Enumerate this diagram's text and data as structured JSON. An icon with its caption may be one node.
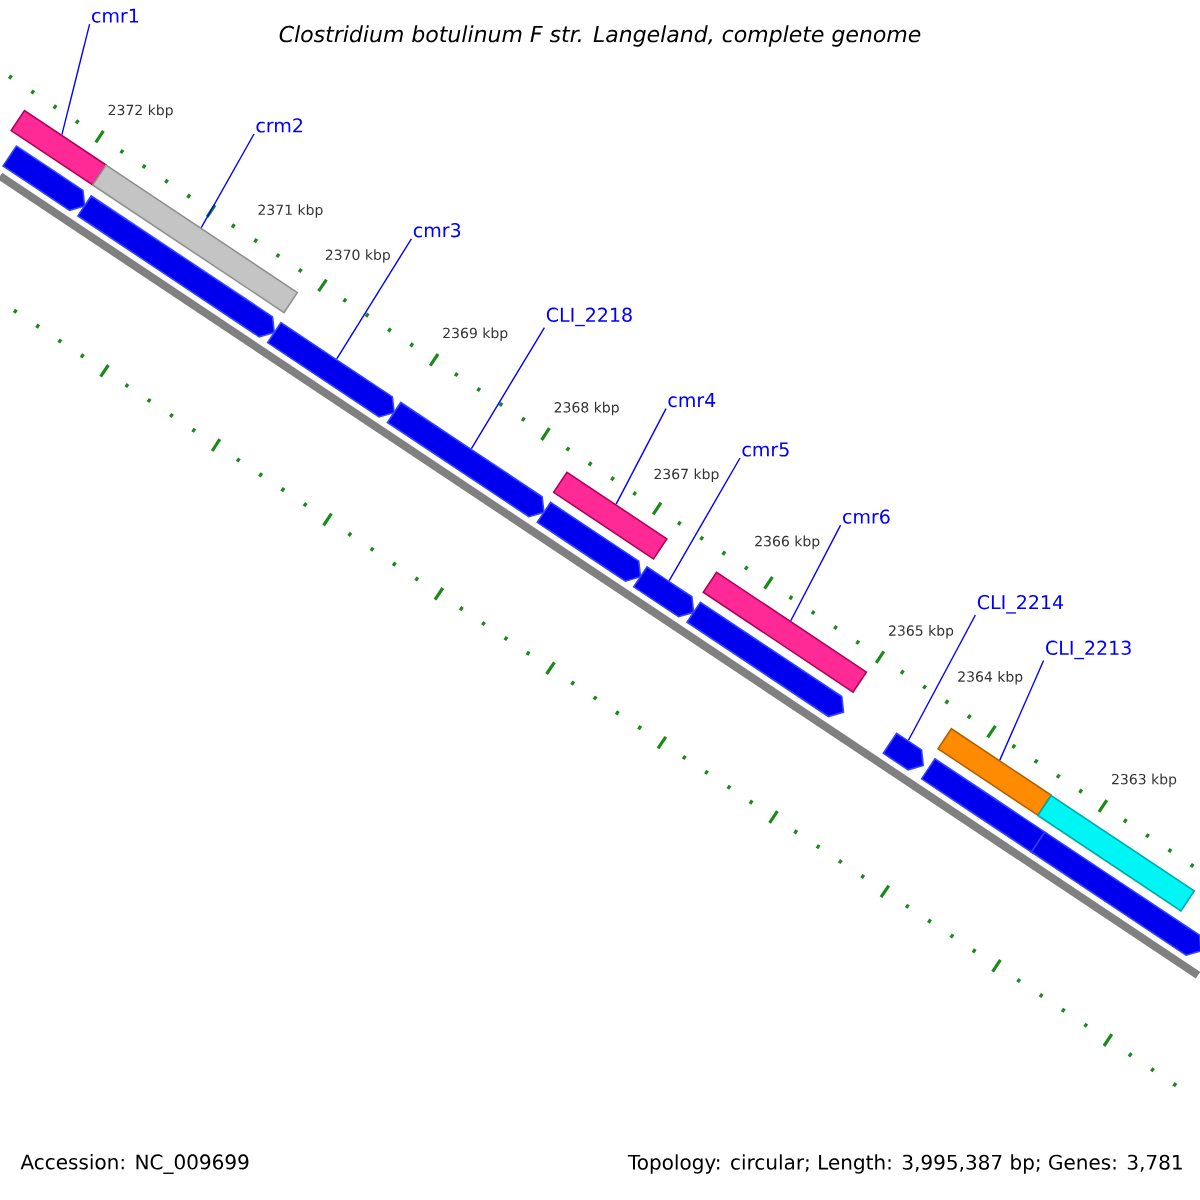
{
  "diagram": {
    "title": "Clostridium botulinum F str. Langeland, complete genome",
    "nodes": [
      {
        "text": [
          "cmr1"
        ]
      },
      {
        "text": [
          "crm2"
        ]
      },
      {
        "text": [
          "cmr3"
        ]
      },
      {
        "text": [
          "CLI_2218"
        ]
      },
      {
        "text": [
          "cmr4"
        ]
      },
      {
        "text": [
          "cmr5"
        ]
      },
      {
        "text": [
          "cmr6"
        ]
      },
      {
        "text": [
          "CLI_2214"
        ]
      },
      {
        "text": [
          "CLI_2213"
        ]
      },
      {
        "text": [],
        "shape": "bar"
      },
      {
        "text": [],
        "shape": "arrow"
      },
      {
        "text": [],
        "shape": "arrow"
      },
      {
        "text": [],
        "shape": "bar"
      },
      {
        "text": [],
        "shape": "arrow"
      },
      {
        "text": [],
        "shape": "arrow"
      },
      {
        "text": [],
        "shape": "bar"
      },
      {
        "text": [],
        "shape": "arrow"
      },
      {
        "text": [],
        "shape": "arrow"
      },
      {
        "text": [],
        "shape": "bar"
      },
      {
        "text": [],
        "shape": "arrow"
      },
      {
        "text": [],
        "shape": "arrow"
      },
      {
        "text": [],
        "shape": "bar"
      },
      {
        "text": [],
        "shape": "arrow"
      },
      {
        "text": [],
        "shape": "bar"
      },
      {
        "text": [],
        "shape": "arrow"
      }
    ],
    "edges": [
      {
        "from": 0,
        "to": 9,
        "arrow": "none"
      },
      {
        "from": 1,
        "to": 12,
        "arrow": "none"
      },
      {
        "from": 2,
        "to": 13,
        "arrow": "none"
      },
      {
        "from": 3,
        "to": 14,
        "arrow": "none"
      },
      {
        "from": 4,
        "to": 15,
        "arrow": "none"
      },
      {
        "from": 5,
        "to": 17,
        "arrow": "none"
      },
      {
        "from": 6,
        "to": 18,
        "arrow": "none"
      },
      {
        "from": 7,
        "to": 20,
        "arrow": "none"
      },
      {
        "from": 8,
        "to": 21,
        "arrow": "none"
      }
    ],
    "labels": [
      "2372 kbp",
      "2371 kbp",
      "2370 kbp",
      "2369 kbp",
      "2368 kbp",
      "2367 kbp",
      "2366 kbp",
      "2365 kbp",
      "2364 kbp",
      "2363 kbp",
      "Accession: NC_009699",
      "Topology: circular; Length: 3,995,387 bp; Genes: 3,781"
    ]
  }
}
